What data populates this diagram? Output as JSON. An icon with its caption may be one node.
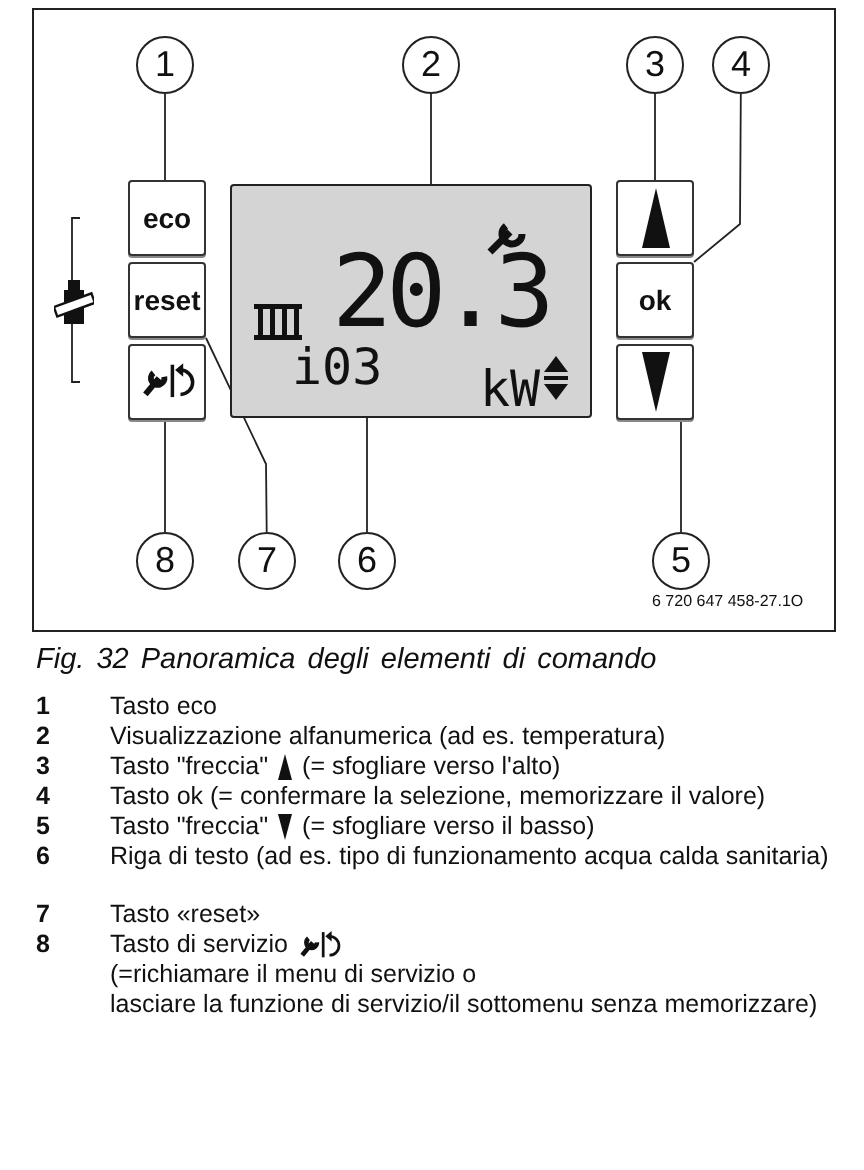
{
  "diagram": {
    "caption": "Fig. 32 Panoramica degli elementi di comando",
    "nodes": [
      {
        "text": [
          "1"
        ]
      },
      {
        "text": [
          "2"
        ]
      },
      {
        "text": [
          "3"
        ]
      },
      {
        "text": [
          "4"
        ]
      },
      {
        "text": [
          "eco"
        ]
      },
      {
        "text": [],
        "shape": "box"
      },
      {
        "text": [
          "20.3"
        ],
        "in": 5
      },
      {
        "text": [
          "i03"
        ],
        "in": 5
      },
      {
        "text": [],
        "shape": "box"
      },
      {
        "text": [
          "reset"
        ]
      },
      {
        "text": [
          "ok"
        ]
      },
      {
        "text": [],
        "shape": "box"
      },
      {
        "text": [],
        "shape": "box"
      },
      {
        "text": [
          "8"
        ]
      },
      {
        "text": [
          "7"
        ]
      },
      {
        "text": [
          "6"
        ]
      },
      {
        "text": [
          "5"
        ]
      }
    ],
    "edges": [
      {
        "from": 0,
        "to": 4,
        "arrow": "none"
      },
      {
        "from": 1,
        "to": 6,
        "arrow": "none"
      },
      {
        "from": 2,
        "to": 8,
        "arrow": "none"
      },
      {
        "from": 3,
        "to": 10,
        "arrow": "none"
      },
      {
        "from": 16,
        "to": 12,
        "arrow": "none"
      },
      {
        "from": 15,
        "to": 7,
        "arrow": "none"
      },
      {
        "from": 14,
        "to": 9,
        "arrow": "none"
      },
      {
        "from": 13,
        "to": 11,
        "arrow": "none"
      }
    ],
    "labels": [
      "kW",
      "6 720 647 458-27.1O",
      "1",
      "Tasto eco",
      "2",
      "Visualizzazione alfanumerica (ad es. temperatura)",
      "3",
      "Tasto \"freccia\"",
      "(= sfogliare verso l'alto)",
      "4",
      "Tasto ok (= confermare la selezione, memorizzare il valore)",
      "5",
      "Tasto \"freccia\"",
      "(= sfogliare verso il basso)",
      "6",
      "Riga di testo (ad es. tipo di funzionamento acqua calda sanitaria)",
      "7",
      "Tasto «reset»",
      "8",
      "Tasto di servizio",
      "(=richiamare il menu di servizio o",
      "lasciare la funzione di servizio/il sottomenu senza memorizzare)"
    ]
  }
}
